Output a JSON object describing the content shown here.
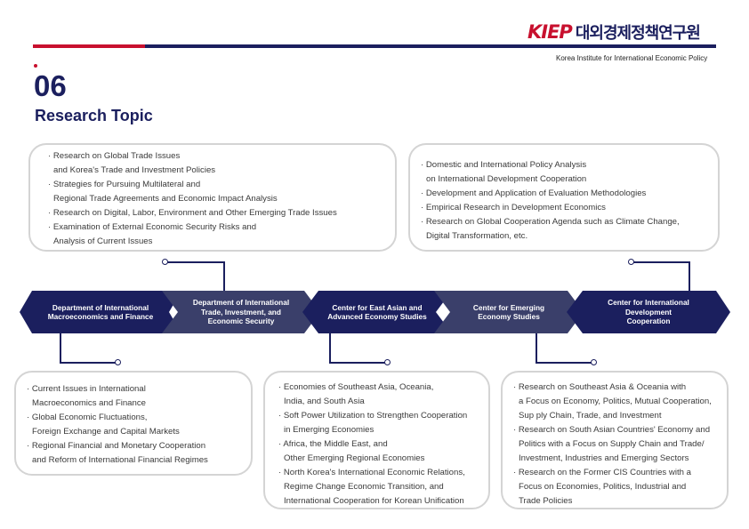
{
  "header": {
    "logo_mark": "KIEP",
    "logo_korean": "대외경제정책연구원",
    "logo_english": "Korea Institute for International Economic Policy"
  },
  "section": {
    "number": "06",
    "title": "Research Topic"
  },
  "colors": {
    "navy": "#1b1f5e",
    "slate": "#3a3f6a",
    "red": "#c8102e",
    "box_border": "#d4d4d4"
  },
  "departments": [
    {
      "label": "Department of International\nMacroeconomics and Finance"
    },
    {
      "label": "Department of International\nTrade, Investment, and\nEconomic Security"
    },
    {
      "label": "Center for East Asian and\nAdvanced Economy Studies"
    },
    {
      "label": "Center for Emerging\nEconomy Studies"
    },
    {
      "label": "Center for International\nDevelopment\nCooperation"
    }
  ],
  "topics": {
    "trade": [
      [
        "Research on Global Trade Issues",
        "and Korea's Trade and Investment Policies"
      ],
      [
        "Strategies for Pursuing Multilateral and",
        "Regional Trade Agreements and Economic Impact Analysis"
      ],
      [
        "Research on Digital, Labor, Environment and Other Emerging Trade Issues"
      ],
      [
        "Examination of External Economic Security Risks and",
        "Analysis of Current Issues"
      ]
    ],
    "development": [
      [
        "Domestic and International Policy Analysis",
        "on International Development Cooperation"
      ],
      [
        "Development and Application of Evaluation Methodologies"
      ],
      [
        "Empirical Research in Development Economics"
      ],
      [
        "Research on Global Cooperation Agenda such as Climate Change,",
        "Digital Transformation, etc."
      ]
    ],
    "macro": [
      [
        "Current Issues in International",
        "Macroeconomics and Finance"
      ],
      [
        "Global Economic Fluctuations,",
        "Foreign Exchange and Capital Markets"
      ],
      [
        "Regional Financial and Monetary Cooperation",
        "and Reform of International Financial Regimes"
      ]
    ],
    "east_asian": [
      [
        "Economies of Southeast Asia, Oceania,",
        "India, and South Asia"
      ],
      [
        "Soft Power Utilization to Strengthen Cooperation",
        "in Emerging Economies"
      ],
      [
        "Africa, the Middle East, and",
        "Other Emerging Regional Economies"
      ],
      [
        "North Korea's International Economic Relations,",
        "Regime Change Economic Transition, and",
        "International Cooperation for Korean Unification"
      ]
    ],
    "emerging": [
      [
        "Research on Southeast Asia & Oceania with",
        "a Focus on Economy, Politics, Mutual Cooperation,",
        "Sup ply Chain, Trade, and Investment"
      ],
      [
        "Research on South Asian Countries' Economy and",
        "Politics with a Focus on Supply Chain and Trade/",
        "Investment, Industries and Emerging Sectors"
      ],
      [
        "Research on the Former CIS Countries with a",
        "Focus on Economies, Politics, Industrial and",
        "Trade Policies"
      ]
    ]
  }
}
